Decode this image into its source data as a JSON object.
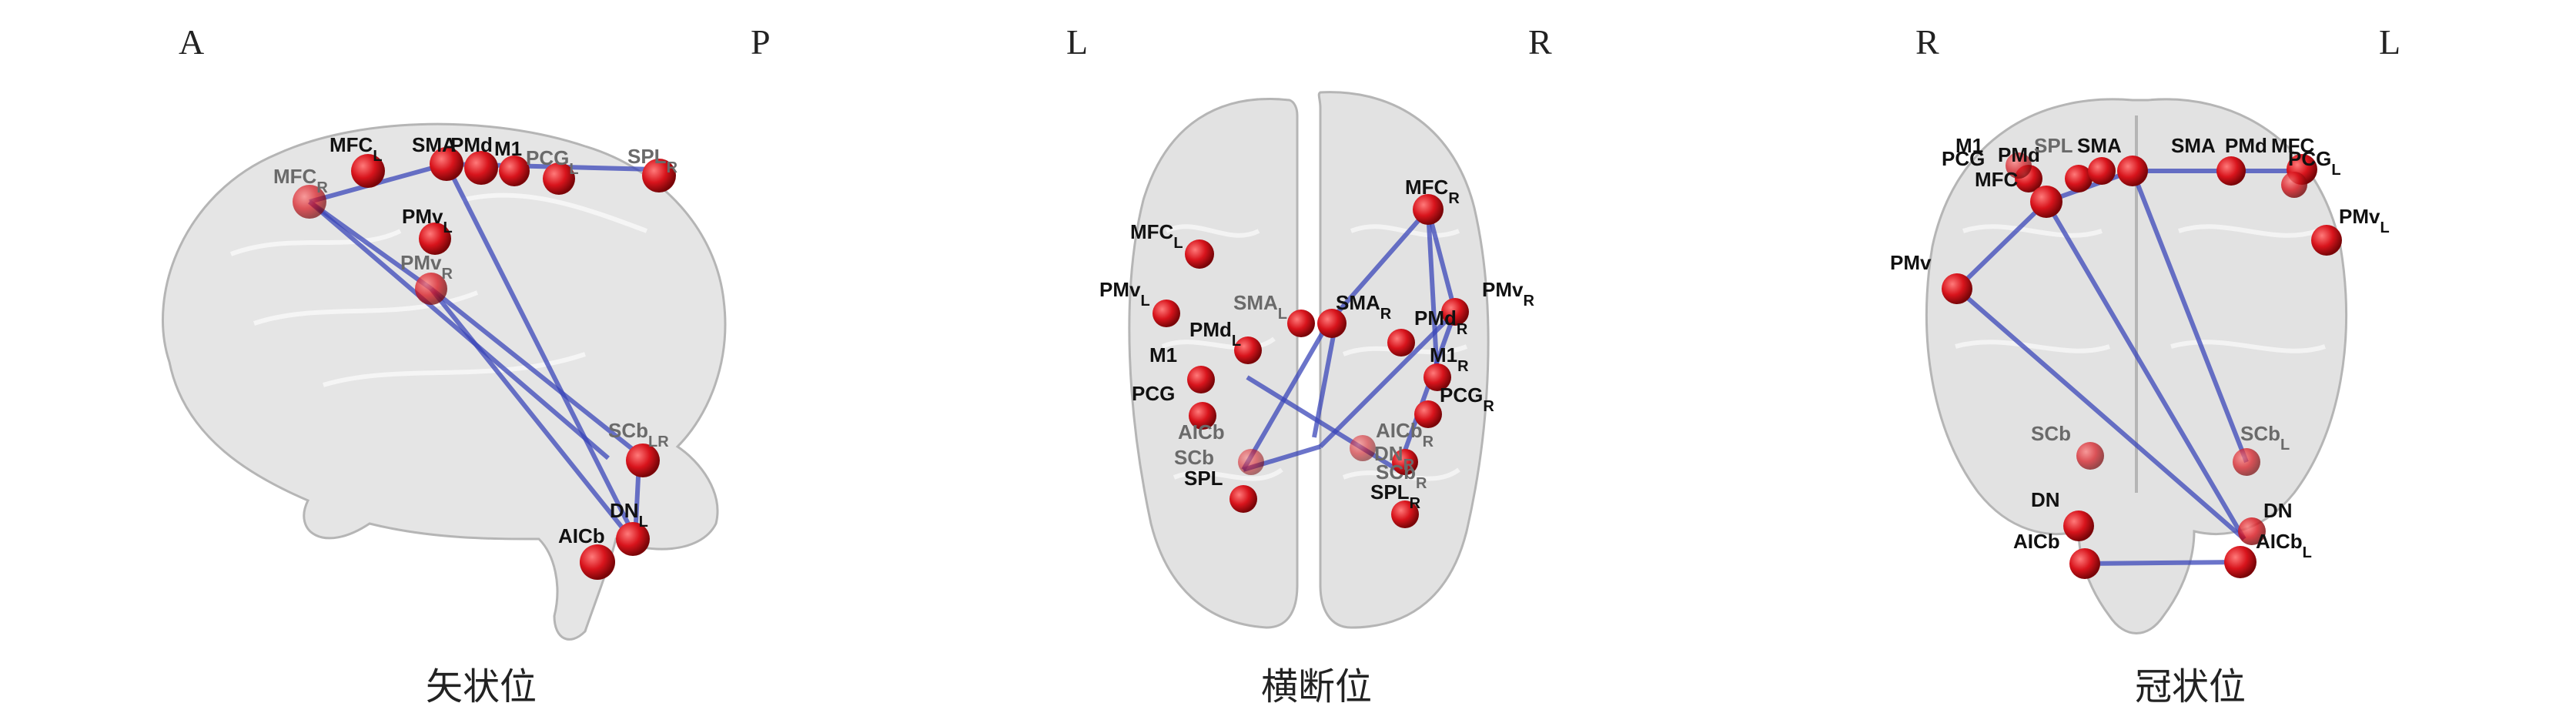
{
  "panels": [
    {
      "id": "sagittal",
      "orient_left": "A",
      "orient_right": "P",
      "caption": "矢状位",
      "nodes": [
        {
          "label": "MFC",
          "sub": "L"
        },
        {
          "label": "SMA",
          "sub": ""
        },
        {
          "label": "PMd",
          "sub": ""
        },
        {
          "label": "M1",
          "sub": ""
        },
        {
          "label": "PCG",
          "sub": "L"
        },
        {
          "label": "SPL",
          "sub": "R"
        },
        {
          "label": "MFC",
          "sub": "R"
        },
        {
          "label": "PMv",
          "sub": "L"
        },
        {
          "label": "PMv",
          "sub": "R"
        },
        {
          "label": "SCb",
          "sub": "LR"
        },
        {
          "label": "DN",
          "sub": "L"
        },
        {
          "label": "AICb",
          "sub": ""
        }
      ]
    },
    {
      "id": "axial",
      "orient_left": "L",
      "orient_right": "R",
      "caption": "横断位",
      "nodes": [
        {
          "label": "MFC",
          "sub": "R"
        },
        {
          "label": "MFC",
          "sub": "L"
        },
        {
          "label": "PMv",
          "sub": "L"
        },
        {
          "label": "PMv",
          "sub": "R"
        },
        {
          "label": "SMA",
          "sub": "L"
        },
        {
          "label": "SMA",
          "sub": "R"
        },
        {
          "label": "PMd",
          "sub": "L"
        },
        {
          "label": "PMd",
          "sub": "R"
        },
        {
          "label": "M1",
          "sub": ""
        },
        {
          "label": "M1",
          "sub": "R"
        },
        {
          "label": "PCG",
          "sub": ""
        },
        {
          "label": "PCG",
          "sub": "R"
        },
        {
          "label": "AICb",
          "sub": ""
        },
        {
          "label": "AICb",
          "sub": "R"
        },
        {
          "label": "SCb",
          "sub": ""
        },
        {
          "label": "SCb",
          "sub": "R"
        },
        {
          "label": "DN",
          "sub": "R"
        },
        {
          "label": "SPL",
          "sub": ""
        },
        {
          "label": "SPL",
          "sub": "R"
        }
      ]
    },
    {
      "id": "coronal",
      "orient_left": "R",
      "orient_right": "L",
      "caption": "冠状位",
      "nodes": [
        {
          "label": "M1",
          "sub": ""
        },
        {
          "label": "PCG",
          "sub": ""
        },
        {
          "label": "PMd",
          "sub": ""
        },
        {
          "label": "SPL",
          "sub": ""
        },
        {
          "label": "SMA",
          "sub": ""
        },
        {
          "label": "MFC",
          "sub": ""
        },
        {
          "label": "SMA",
          "sub": ""
        },
        {
          "label": "PMd",
          "sub": ""
        },
        {
          "label": "MFC",
          "sub": ""
        },
        {
          "label": "PCG",
          "sub": "L"
        },
        {
          "label": "PMv",
          "sub": "L"
        },
        {
          "label": "PMv",
          "sub": ""
        },
        {
          "label": "SCb",
          "sub": ""
        },
        {
          "label": "SCb",
          "sub": "L"
        },
        {
          "label": "DN",
          "sub": ""
        },
        {
          "label": "DN",
          "sub": ""
        },
        {
          "label": "AICb",
          "sub": ""
        },
        {
          "label": "AICb",
          "sub": "L"
        }
      ]
    }
  ],
  "colors": {
    "node": "#d8141c",
    "edge": "#3a46b8",
    "brain": "#c9c9c9"
  }
}
